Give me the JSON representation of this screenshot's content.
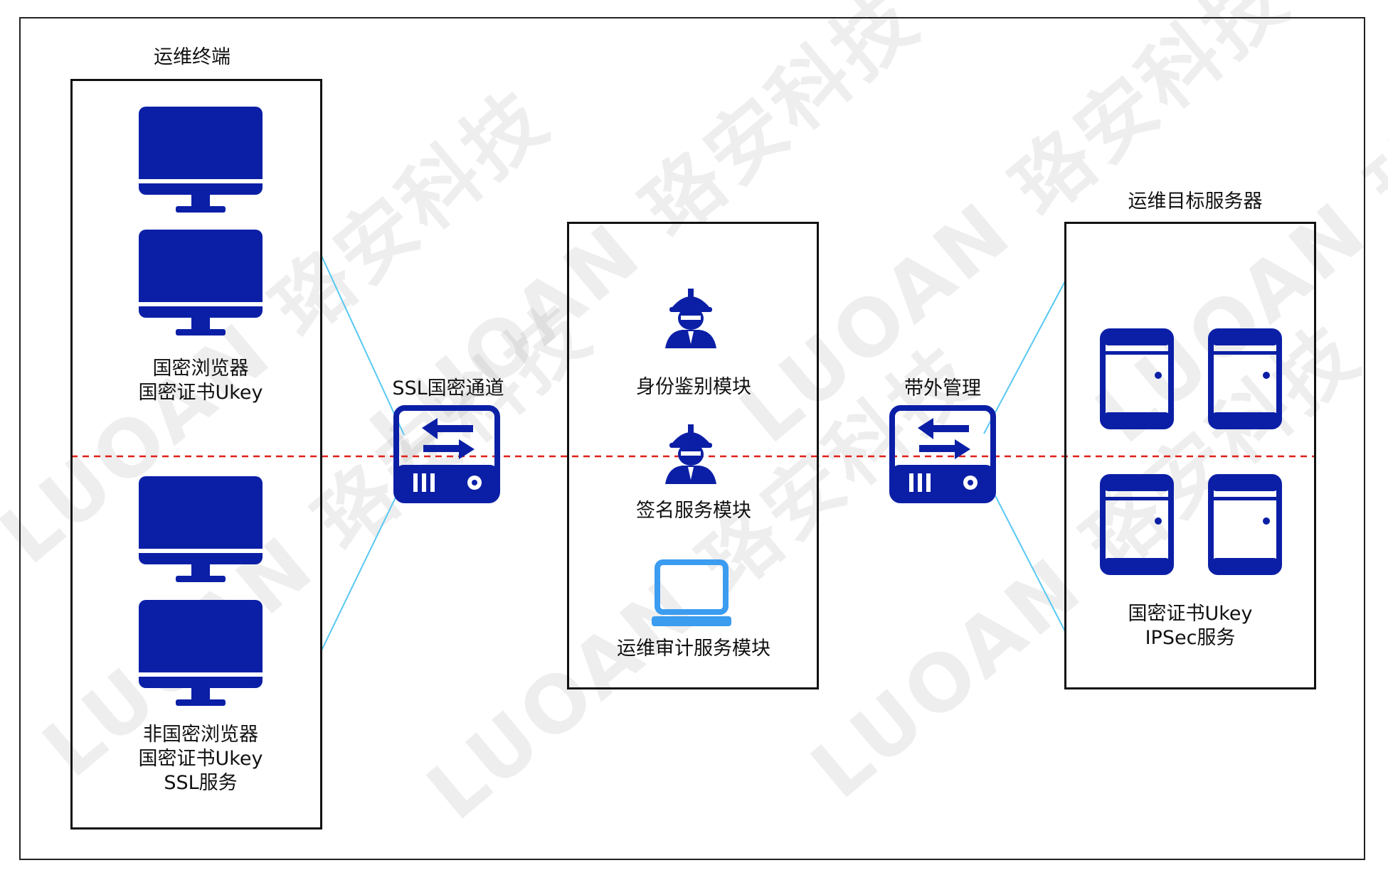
{
  "colors": {
    "icon_blue": "#0b1fa6",
    "terminal_blue": "#3b9cf0",
    "link_line": "#57c8f2",
    "divider_red": "#e0201a"
  },
  "terminal_group": {
    "title": "运维终端",
    "top_caption": [
      "国密浏览器",
      "国密证书Ukey"
    ],
    "bottom_caption": [
      "非国密浏览器",
      "国密证书Ukey",
      "SSL服务"
    ]
  },
  "ssl_gateway": {
    "label": "SSL国密通道",
    "icon": "switch-icon"
  },
  "bastion": {
    "modules": [
      {
        "label": "身份鉴别模块",
        "icon": "worker-icon"
      },
      {
        "label": "签名服务模块",
        "icon": "worker-icon"
      },
      {
        "label": "运维审计服务模块",
        "icon": "laptop-icon"
      }
    ]
  },
  "oob_gateway": {
    "label": "带外管理",
    "icon": "switch-icon"
  },
  "server_group": {
    "title": "运维目标服务器",
    "caption": [
      "国密证书Ukey",
      "IPSec服务"
    ]
  },
  "watermark": {
    "brand": "LUOAN",
    "company": "珞安科技"
  }
}
